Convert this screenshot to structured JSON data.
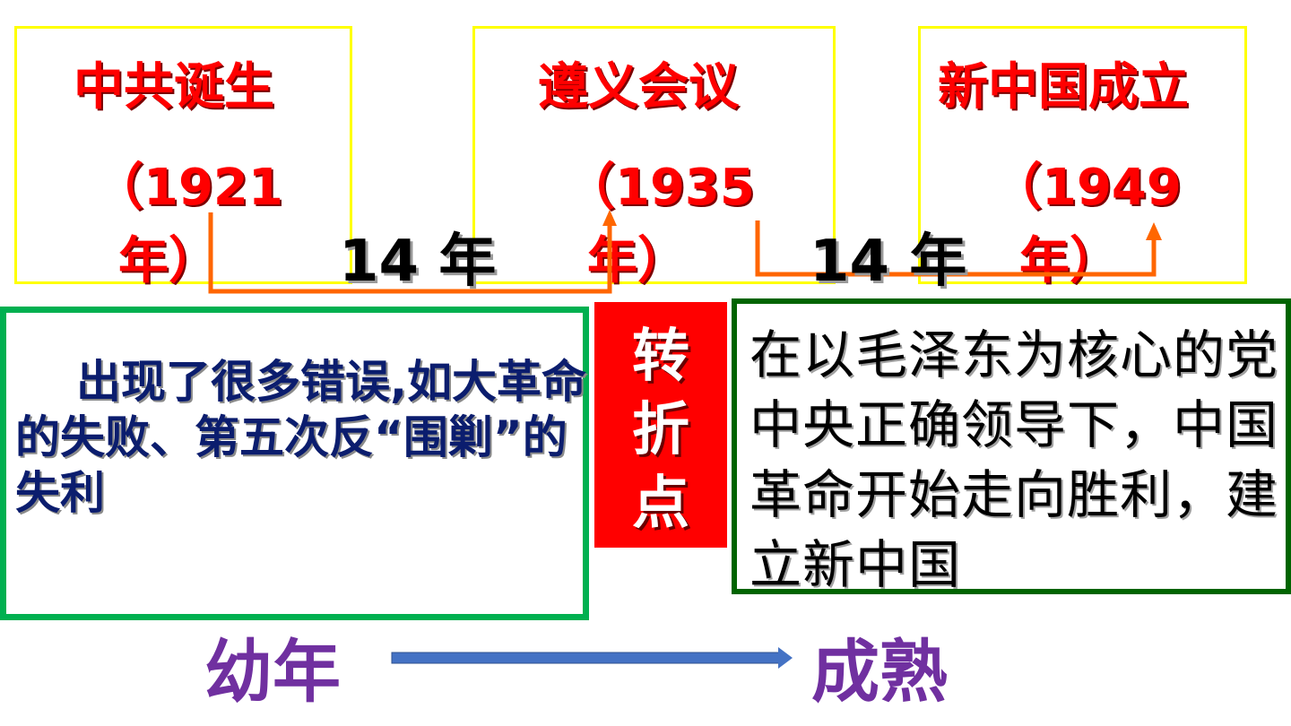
{
  "events": [
    {
      "title": "中共诞生",
      "year_open": "（1921",
      "year_close": "年）"
    },
    {
      "title": "遵义会议",
      "year_open": "（1935",
      "year_close": "年）"
    },
    {
      "title": "新中国成立",
      "year_open": "（1949",
      "year_close": "年）"
    }
  ],
  "gaps": [
    "14 年",
    "14 年"
  ],
  "left_panel": {
    "text": "出现了很多错误,如大革命的失败、第五次反“围剿”的失利"
  },
  "turning_point": {
    "text": "转折点"
  },
  "right_panel": {
    "text": "在以毛泽东为核心的党中央正确领导下，中国革命开始走向胜利，建立新中国"
  },
  "stages": {
    "start": "幼年",
    "end": "成熟"
  },
  "colors": {
    "event_text": "#ff0000",
    "event_border": "#ffff00",
    "connector": "#ff6600",
    "left_border": "#00b050",
    "right_border": "#006400",
    "turning_bg": "#ff0000",
    "stage_text": "#7030a0",
    "progress_arrow": "#4472c4"
  }
}
